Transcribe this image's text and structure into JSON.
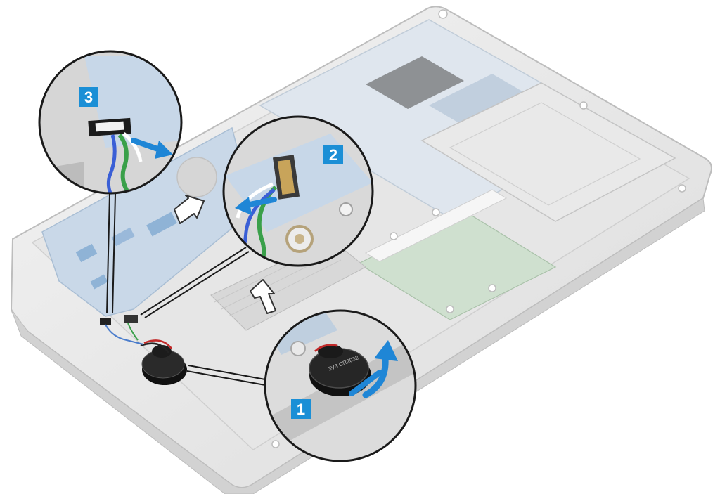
{
  "steps": [
    {
      "number": "1",
      "action": "pry-up"
    },
    {
      "number": "2",
      "action": "disconnect"
    },
    {
      "number": "3",
      "action": "disconnect"
    }
  ],
  "colors": {
    "step_badge": "#1b8fd6",
    "arrow_blue": "#1f86d6",
    "chassis": "#ececec",
    "chassis_edge": "#c6c6c6",
    "board_blue": "#8fb3d6",
    "battery_black": "#1c1c1c"
  },
  "icons": [
    "coin-cell-battery",
    "battery-cable-connector",
    "direction-arrow"
  ]
}
